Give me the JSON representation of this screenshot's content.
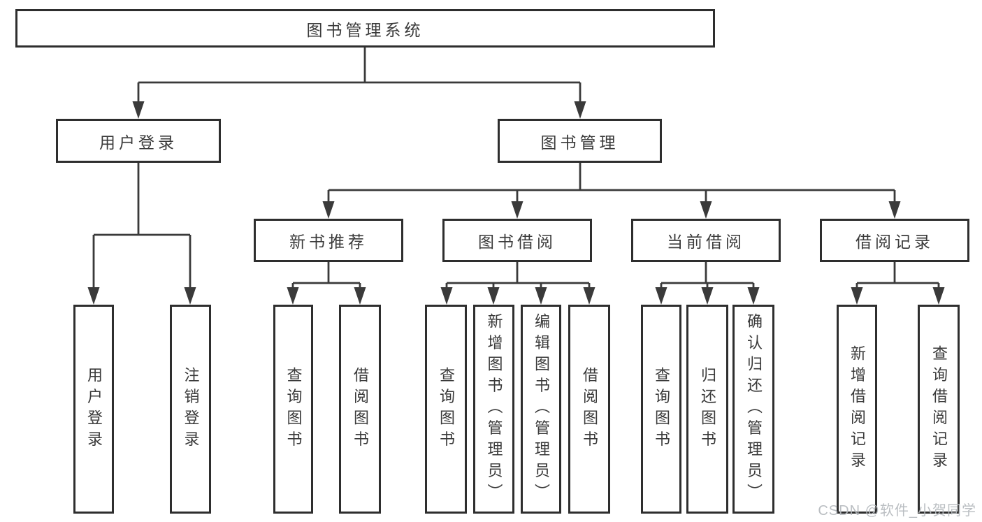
{
  "diagram_type": "tree",
  "nodes": {
    "root": "图书管理系统",
    "level2": [
      "用户登录",
      "图书管理"
    ],
    "level3": [
      "新书推荐",
      "图书借阅",
      "当前借阅",
      "借阅记录"
    ],
    "leaves_user": [
      "用户登录",
      "注销登录"
    ],
    "leaves_recommend": [
      "查询图书",
      "借阅图书"
    ],
    "leaves_borrow": [
      "查询图书",
      "新增图书（管理员）",
      "编辑图书（管理员）",
      "借阅图书"
    ],
    "leaves_current": [
      "查询图书",
      "归还图书",
      "确认归还（管理员）"
    ],
    "leaves_records": [
      "新增借阅记录",
      "查询借阅记录"
    ]
  },
  "watermark": "CSDN @软件_小贺同学",
  "colors": {
    "line": "#3a3a3a",
    "box_border": "#2e2e2e",
    "text": "#3a3a3a",
    "watermark": "#b5b9bd",
    "bg": "#ffffff"
  }
}
